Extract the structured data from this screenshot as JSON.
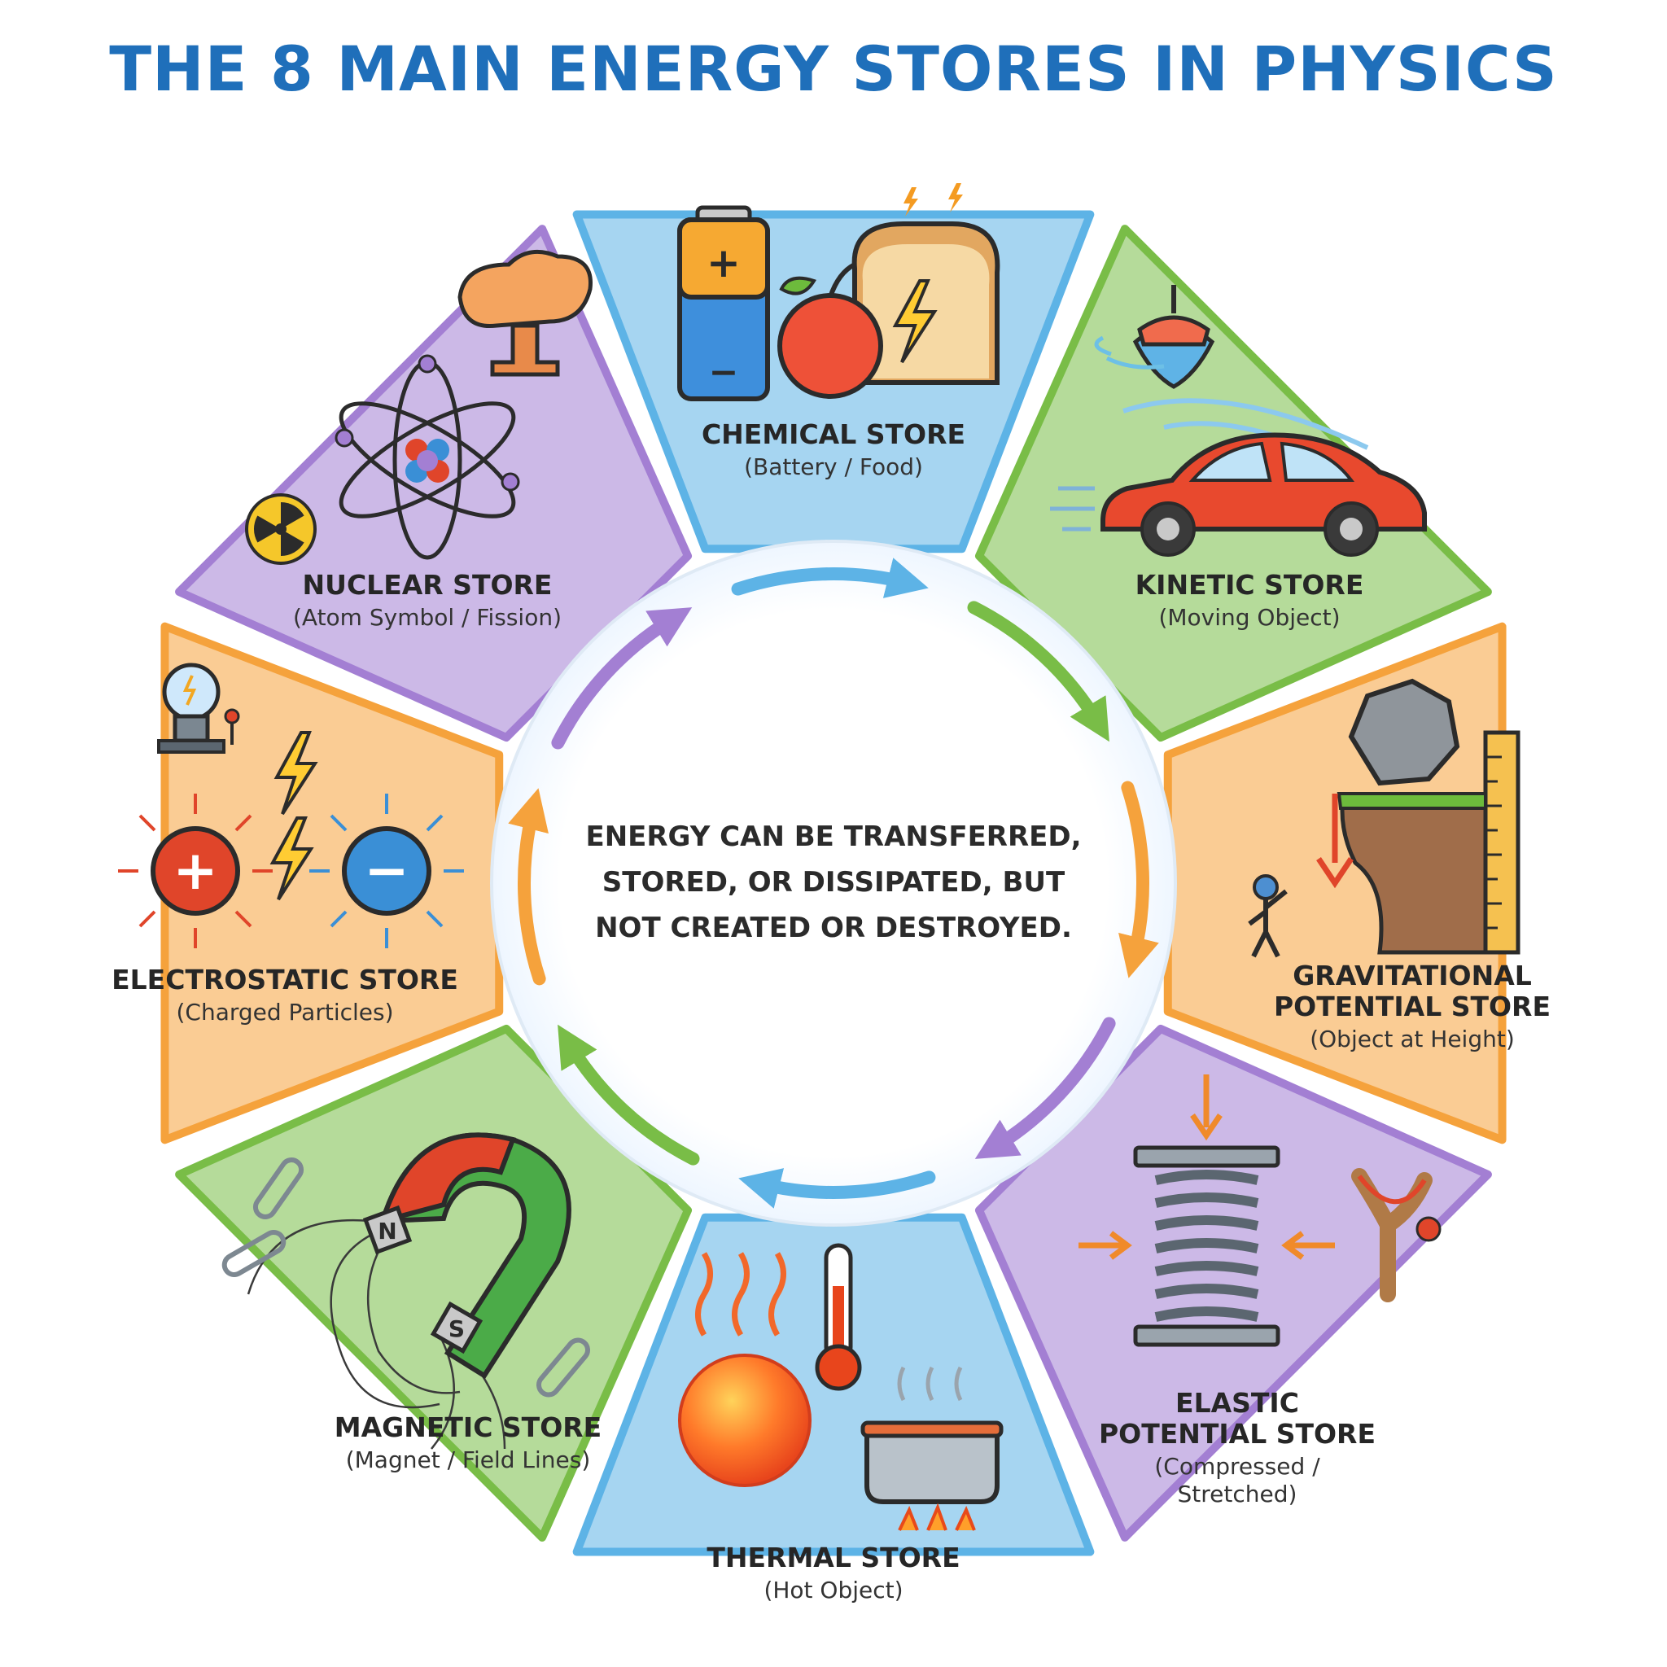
{
  "title": "THE 8 MAIN ENERGY STORES IN PHYSICS",
  "center_text": "ENERGY CAN BE TRANSFERRED, STORED, OR DISSIPATED, BUT NOT CREATED OR DESTROYED.",
  "stores": [
    {
      "id": "chemical",
      "color": "#5db3e6",
      "name_lines": [
        "CHEMICAL STORE"
      ],
      "desc_lines": [
        "(Battery / Food)"
      ],
      "icons": [
        "battery-icon",
        "apple-icon",
        "bread-icon",
        "lightning-icon"
      ]
    },
    {
      "id": "kinetic",
      "color": "#79bd47",
      "name_lines": [
        "KINETIC STORE"
      ],
      "desc_lines": [
        "(Moving Object)"
      ],
      "icons": [
        "spinning-top-icon",
        "sports-car-icon",
        "motion-lines-icon"
      ]
    },
    {
      "id": "gravitational",
      "color": "#f5a23c",
      "name_lines": [
        "GRAVITATIONAL",
        "POTENTIAL STORE"
      ],
      "desc_lines": [
        "(Object at Height)"
      ],
      "icons": [
        "boulder-icon",
        "cliff-icon",
        "ruler-icon",
        "down-arrow-icon",
        "person-icon"
      ]
    },
    {
      "id": "elastic",
      "color": "#a37fd3",
      "name_lines": [
        "ELASTIC",
        "POTENTIAL STORE"
      ],
      "desc_lines": [
        "(Compressed /",
        "Stretched)"
      ],
      "icons": [
        "spring-icon",
        "slingshot-icon",
        "compress-arrows-icon"
      ]
    },
    {
      "id": "thermal",
      "color": "#5db3e6",
      "name_lines": [
        "THERMAL STORE"
      ],
      "desc_lines": [
        "(Hot Object)"
      ],
      "icons": [
        "hot-ball-icon",
        "thermometer-icon",
        "cooking-pot-icon",
        "heat-waves-icon"
      ]
    },
    {
      "id": "magnetic",
      "color": "#79bd47",
      "name_lines": [
        "MAGNETIC STORE"
      ],
      "desc_lines": [
        "(Magnet / Field Lines)"
      ],
      "icons": [
        "horseshoe-magnet-icon",
        "paperclip-icon",
        "field-lines-icon"
      ]
    },
    {
      "id": "electrostatic",
      "color": "#f5a23c",
      "name_lines": [
        "ELECTROSTATIC STORE"
      ],
      "desc_lines": [
        "(Charged Particles)"
      ],
      "icons": [
        "plasma-ball-icon",
        "positive-charge-icon",
        "negative-charge-icon",
        "lightning-icon"
      ]
    },
    {
      "id": "nuclear",
      "color": "#a37fd3",
      "name_lines": [
        "NUCLEAR STORE"
      ],
      "desc_lines": [
        "(Atom Symbol / Fission)"
      ],
      "icons": [
        "atom-icon",
        "mushroom-cloud-icon",
        "radiation-icon"
      ]
    }
  ],
  "magnet_labels": {
    "north": "N",
    "south": "S"
  },
  "charge_labels": {
    "positive": "+",
    "negative": "−"
  },
  "battery_labels": {
    "positive": "+",
    "negative": "−"
  }
}
